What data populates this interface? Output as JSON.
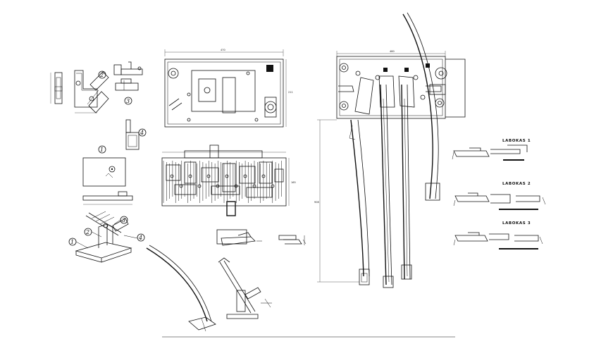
{
  "section_labels": [
    "LABOKAS 1",
    "LABOKAS 2",
    "LABOKAS 3"
  ],
  "callouts": [
    "1",
    "2",
    "3",
    "4"
  ],
  "dimensions": {
    "top_plate_width": "470",
    "right_plate_width": "480",
    "top_plate_height": "211",
    "mid_assembly_height": "165",
    "right_overall_height": "908"
  }
}
